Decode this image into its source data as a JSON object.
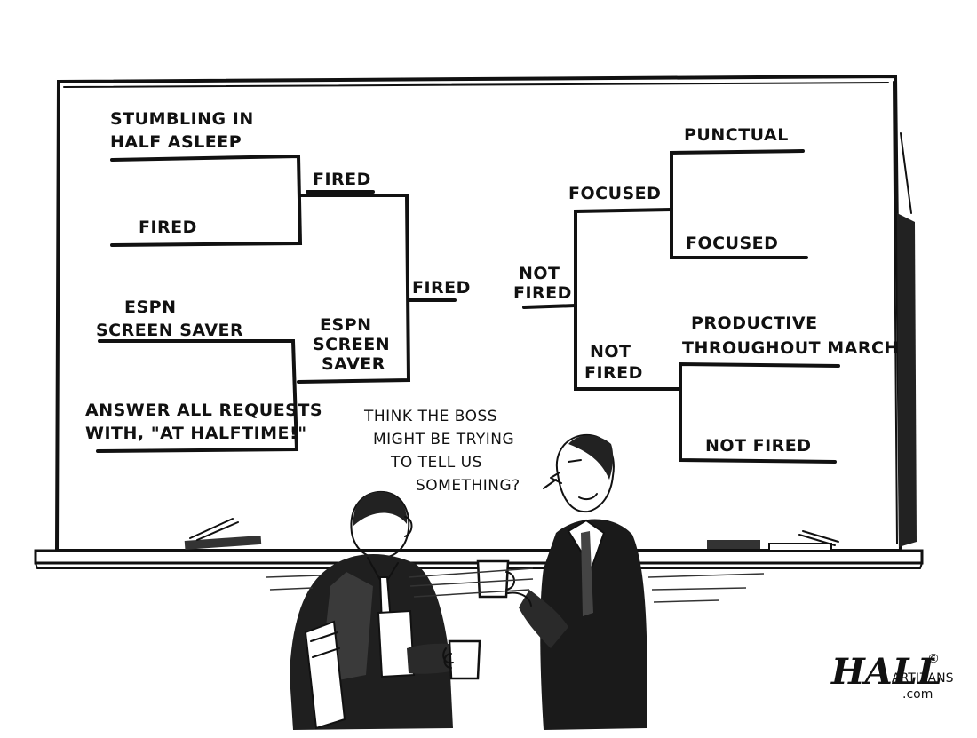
{
  "bracket": {
    "left": {
      "r1_a": [
        "STUMBLING IN",
        "HALF ASLEEP"
      ],
      "r1_b": [
        "FIRED"
      ],
      "r1_c": [
        "ESPN",
        "SCREEN SAVER"
      ],
      "r1_d": [
        "ANSWER ALL REQUESTS",
        "WITH, \"AT HALFTIME!\""
      ],
      "r2_top": [
        "FIRED"
      ],
      "r2_bottom": [
        "ESPN",
        "SCREEN",
        "SAVER"
      ],
      "final": [
        "FIRED"
      ]
    },
    "right": {
      "r1_a": [
        "PUNCTUAL"
      ],
      "r1_b": [
        "FOCUSED"
      ],
      "r1_c": [
        "PRODUCTIVE",
        "THROUGHOUT MARCH"
      ],
      "r1_d": [
        "NOT FIRED"
      ],
      "r2_top": [
        "FOCUSED"
      ],
      "r2_bottom": [
        "NOT",
        "FIRED"
      ],
      "final": [
        "NOT",
        "FIRED"
      ]
    }
  },
  "speech": [
    "THINK THE BOSS",
    "MIGHT BE TRYING",
    "TO TELL US",
    "SOMETHING?"
  ],
  "signature": {
    "name": "HALL",
    "copyright": "©",
    "site_line1": "ARTIZANS",
    "site_line2": ".com"
  }
}
